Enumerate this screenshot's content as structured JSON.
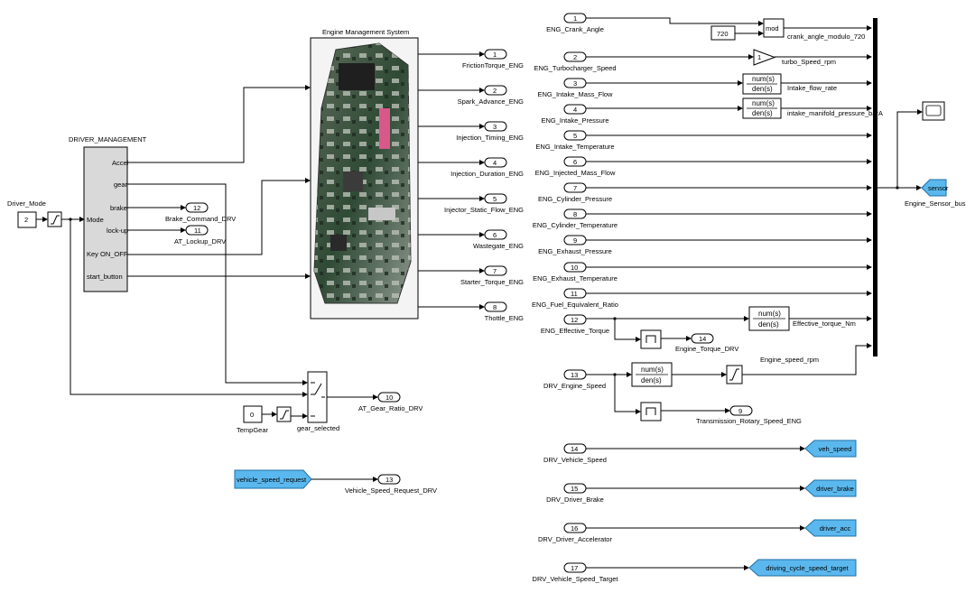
{
  "colors": {
    "goto_fill": "#5bb8ee",
    "subsystem_fill": "#d9d9d9",
    "bus_bar": "#000000"
  },
  "driver_management": {
    "title": "DRIVER_MANAGEMENT",
    "inputs": [
      "Mode",
      "Key ON_OFF",
      "start_button"
    ],
    "outputs": [
      "Accel",
      "gear",
      "brake",
      "lock-up"
    ]
  },
  "ems": {
    "title": "Engine Management System"
  },
  "driver_mode": {
    "label": "Driver_Mode",
    "value": "2"
  },
  "temp_gear": {
    "label": "TempGear",
    "value": "0"
  },
  "gear_switch": {
    "label": "gear_selected"
  },
  "left_outports": [
    {
      "num": "12",
      "label": "Brake_Command_DRV"
    },
    {
      "num": "11",
      "label": "AT_Lockup_DRV"
    },
    {
      "num": "10",
      "label": "AT_Gear_Ratio_DRV"
    },
    {
      "num": "13",
      "label": "Vehicle_Speed_Request_DRV"
    }
  ],
  "vehicle_speed_from": "vehicle_speed_request",
  "ems_outports": [
    {
      "num": "1",
      "label": "FrictionTorque_ENG"
    },
    {
      "num": "2",
      "label": "Spark_Advance_ENG"
    },
    {
      "num": "3",
      "label": "Injection_Timing_ENG"
    },
    {
      "num": "4",
      "label": "Injection_Duration_ENG"
    },
    {
      "num": "5",
      "label": "Injector_Static_Flow_ENG"
    },
    {
      "num": "6",
      "label": "Wastegate_ENG"
    },
    {
      "num": "7",
      "label": "Starter_Torque_ENG"
    },
    {
      "num": "8",
      "label": "Thottle_ENG"
    }
  ],
  "sensor_inports": [
    {
      "num": "1",
      "label": "ENG_Crank_Angle"
    },
    {
      "num": "2",
      "label": "ENG_Turbocharger_Speed"
    },
    {
      "num": "3",
      "label": "ENG_Intake_Mass_Flow"
    },
    {
      "num": "4",
      "label": "ENG_Intake_Pressure"
    },
    {
      "num": "5",
      "label": "ENG_Intake_Temperature"
    },
    {
      "num": "6",
      "label": "ENG_Injected_Mass_Flow"
    },
    {
      "num": "7",
      "label": "ENG_Cylinder_Pressure"
    },
    {
      "num": "8",
      "label": "ENG_Cylinder_Temperature"
    },
    {
      "num": "9",
      "label": "ENG_Exhaust_Pressure"
    },
    {
      "num": "10",
      "label": "ENG_Exhaust_Temperature"
    },
    {
      "num": "11",
      "label": "ENG_Fuel_Equivalent_Ratio"
    },
    {
      "num": "12",
      "label": "ENG_Effective_Torque"
    }
  ],
  "signal_labels": {
    "crank_mod": "crank_angle_modulo_720",
    "turbo": "turbo_Speed_rpm",
    "intake_flow": "Intake_flow_rate",
    "manifold": "intake_manifold_pressure_barA",
    "eff_torque": "Effective_torque_Nm",
    "engine_speed": "Engine_speed_rpm"
  },
  "blocks": {
    "mod": "mod",
    "const_720": "720",
    "gain": "1",
    "tf_num": "num(s)",
    "tf_den": "den(s)"
  },
  "drv_speed": {
    "num": "13",
    "label": "DRV_Engine_Speed"
  },
  "engine_torque_out": {
    "num": "14",
    "label": "Engine_Torque_DRV"
  },
  "trans_speed_out": {
    "num": "9",
    "label": "Transmission_Rotary_Speed_ENG"
  },
  "bus": {
    "goto": "sensor",
    "label": "Engine_Sensor_bus"
  },
  "drv_inports": [
    {
      "num": "14",
      "label": "DRV_Vehicle_Speed",
      "goto": "veh_speed"
    },
    {
      "num": "15",
      "label": "DRV_Driver_Brake",
      "goto": "driver_brake"
    },
    {
      "num": "16",
      "label": "DRV_Driver_Accelerator",
      "goto": "driver_acc"
    },
    {
      "num": "17",
      "label": "DRV_Vehicle_Speed_Target",
      "goto": "driving_cycle_speed_target"
    }
  ]
}
